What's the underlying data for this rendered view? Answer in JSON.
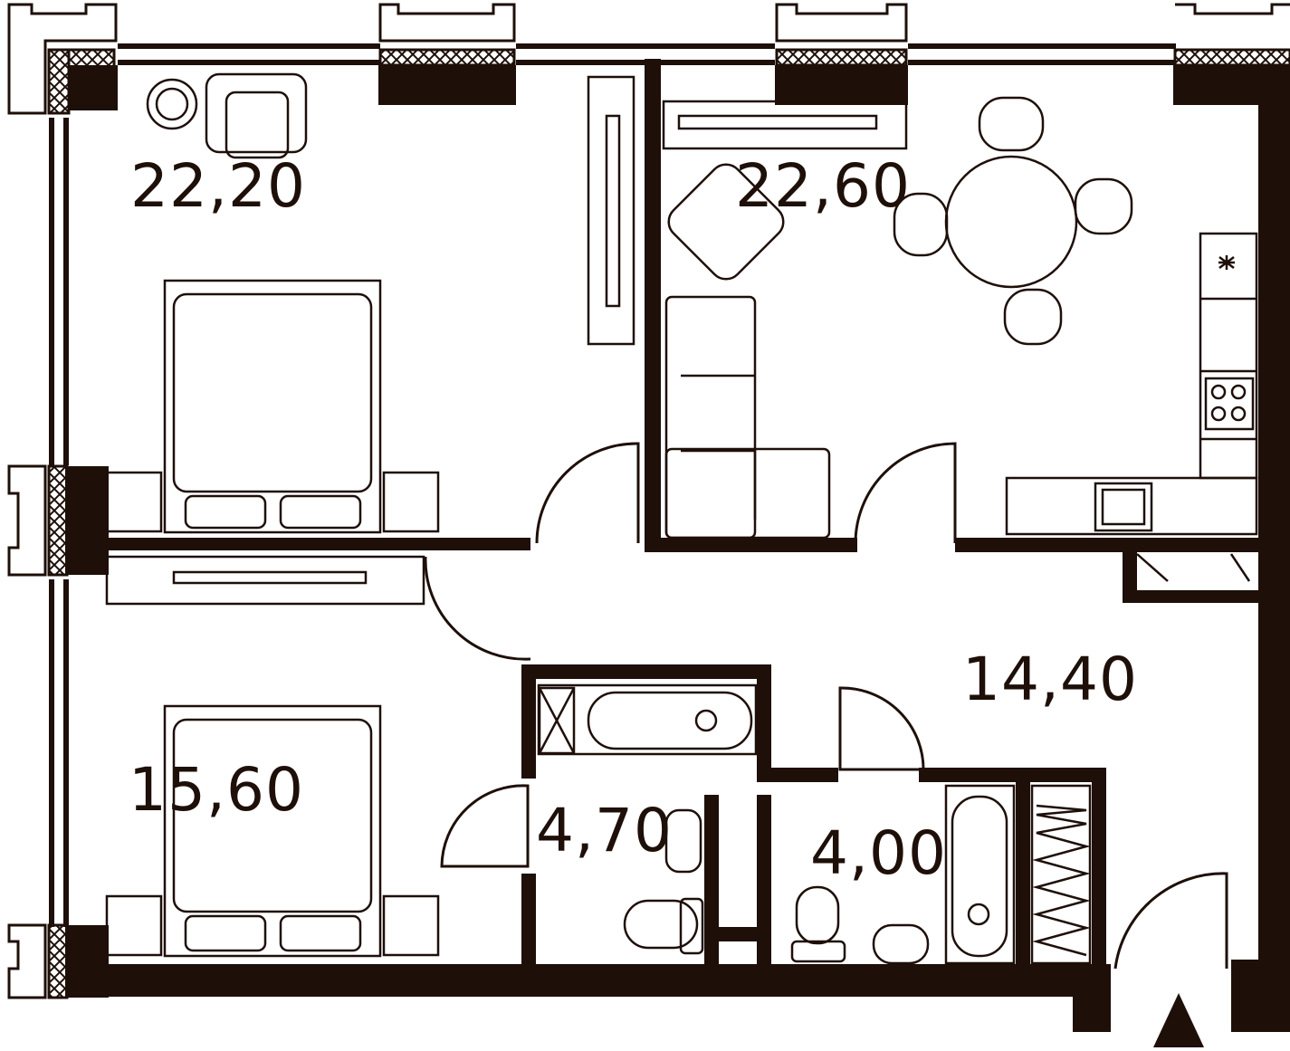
{
  "colors": {
    "wall": "#1e0f09",
    "background": "#ffffff"
  },
  "rooms": [
    {
      "id": "bedroom-1",
      "area": "22,20"
    },
    {
      "id": "living-kitchen",
      "area": "22,60"
    },
    {
      "id": "hall",
      "area": "14,40"
    },
    {
      "id": "bedroom-2",
      "area": "15,60"
    },
    {
      "id": "bathroom-1",
      "area": "4,70"
    },
    {
      "id": "bathroom-2",
      "area": "4,00"
    }
  ],
  "entrance_marker": "triangle-up-icon"
}
